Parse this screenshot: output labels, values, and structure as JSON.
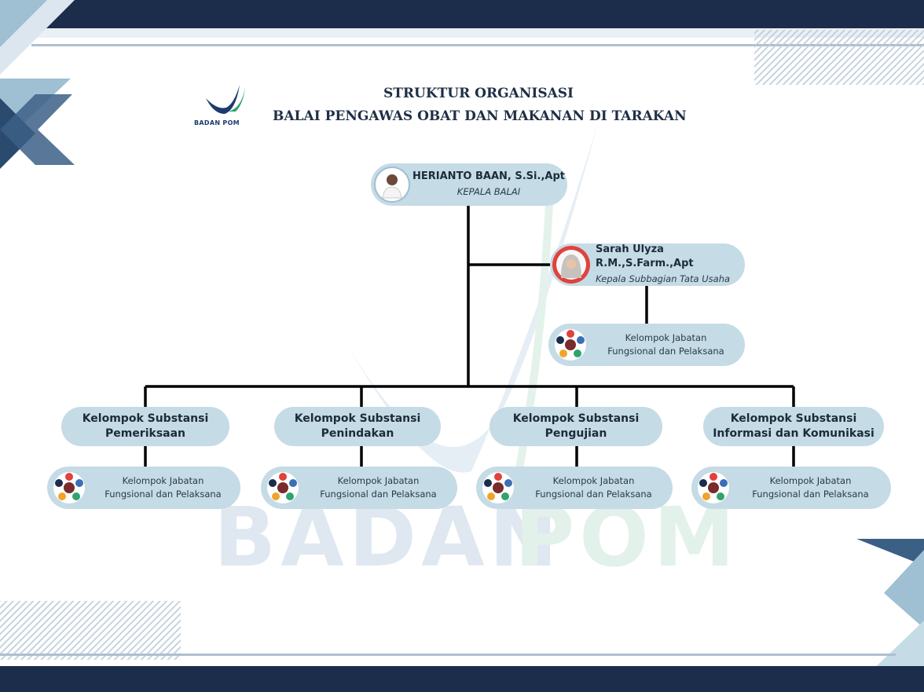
{
  "title": {
    "line1": "STRUKTUR ORGANISASI",
    "line2": "BALAI PENGAWAS OBAT DAN MAKANAN DI TARAKAN"
  },
  "logo": {
    "text": "BADAN POM",
    "icon": "badan-pom-checkmark-logo"
  },
  "watermark": {
    "part1": "BADAN",
    "part2": "POM"
  },
  "head": {
    "name": "HERIANTO BAAN, S.Si.,Apt",
    "role": "KEPALA BALAI",
    "photo": "person-photo-icon"
  },
  "admin": {
    "name": "Sarah Ulyza R.M.,S.Farm.,Apt",
    "role": "Kepala Subbagian Tata Usaha",
    "photo": "person-photo-icon"
  },
  "functional_group": {
    "line1": "Kelompok Jabatan",
    "line2": "Fungsional dan Pelaksana",
    "icon": "team-network-icon"
  },
  "substances": [
    {
      "line1": "Kelompok Substansi",
      "line2": "Pemeriksaan"
    },
    {
      "line1": "Kelompok Substansi",
      "line2": "Penindakan"
    },
    {
      "line1": "Kelompok Substansi",
      "line2": "Pengujian"
    },
    {
      "line1": "Kelompok Substansi",
      "line2": "Informasi dan Komunikasi"
    }
  ],
  "colors": {
    "navy": "#1b2d4a",
    "light_blue": "#c5dbe6",
    "mid_blue": "#9fbfd3",
    "connector": "#000000",
    "watermark_blue": "#dfe8f1",
    "watermark_green": "#e2f1e9"
  }
}
